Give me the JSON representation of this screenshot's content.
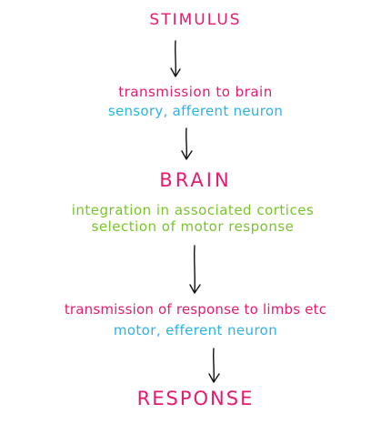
{
  "nodes": {
    "stimulus": "STIMULUS",
    "transmission_to_brain": "transmission to brain",
    "sensory_neuron": "sensory, afferent neuron",
    "brain": "BRAIN",
    "integration": "integration in associated cortices",
    "selection": "selection of motor response",
    "transmission_of_response": "transmission of response to limbs etc",
    "motor_neuron": "motor, efferent neuron",
    "response": "RESPONSE"
  },
  "colors": {
    "pink": "#e8196e",
    "blue": "#29b3e6",
    "green": "#78c52a",
    "arrow": "#111111"
  }
}
